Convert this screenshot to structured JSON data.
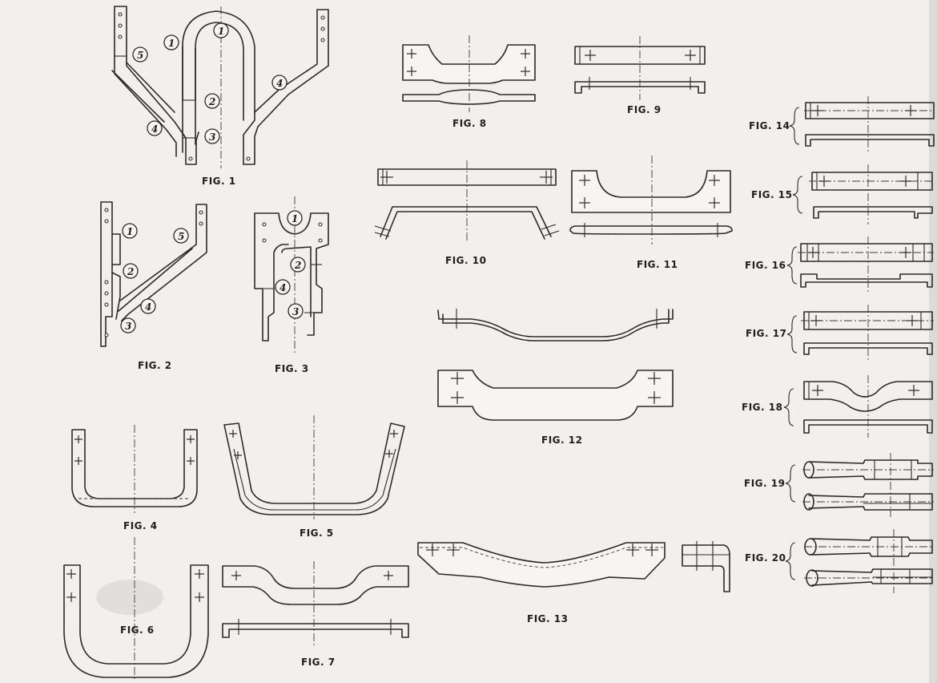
{
  "figures": {
    "fig1": "FIG. 1",
    "fig2": "FIG. 2",
    "fig3": "FIG. 3",
    "fig4": "FIG. 4",
    "fig5": "FIG. 5",
    "fig6": "FIG. 6",
    "fig7": "FIG. 7",
    "fig8": "FIG. 8",
    "fig9": "FIG. 9",
    "fig10": "FIG. 10",
    "fig11": "FIG. 11",
    "fig12": "FIG. 12",
    "fig13": "FIG. 13",
    "fig14": "FIG. 14",
    "fig15": "FIG. 15",
    "fig16": "FIG. 16",
    "fig17": "FIG. 17",
    "fig18": "FIG. 18",
    "fig19": "FIG. 19",
    "fig20": "FIG. 20"
  },
  "callouts": {
    "fig1": [
      "1",
      "1",
      "2",
      "3",
      "4",
      "4",
      "5"
    ],
    "fig2": [
      "1",
      "2",
      "3",
      "4",
      "5"
    ],
    "fig3": [
      "1",
      "2",
      "3",
      "4"
    ]
  }
}
